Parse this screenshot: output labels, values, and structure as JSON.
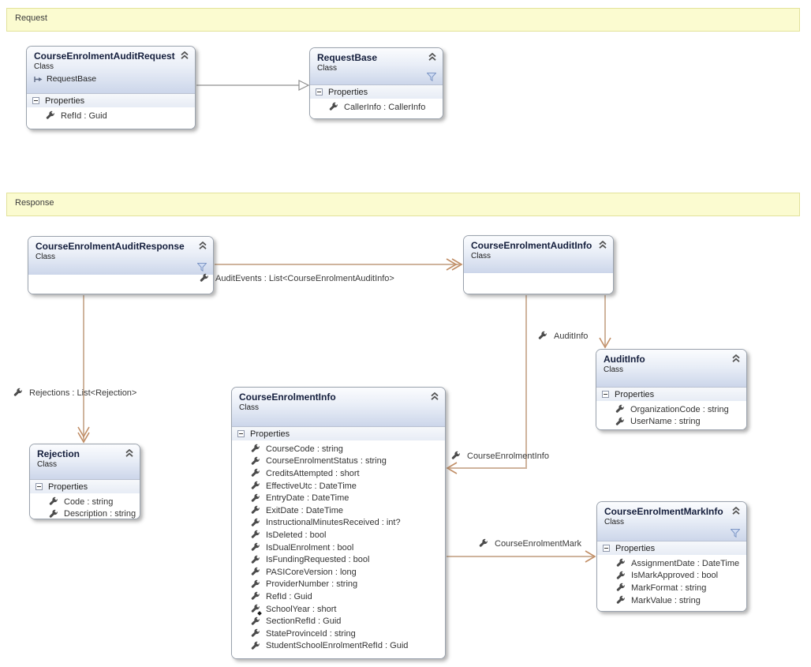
{
  "bands": {
    "request": {
      "label": "Request"
    },
    "response": {
      "label": "Response"
    }
  },
  "classes": {
    "courseEnrolmentAuditRequest": {
      "title": "CourseEnrolmentAuditRequest",
      "stereotype": "Class",
      "inherits": "RequestBase",
      "compartment": "Properties",
      "properties": [
        {
          "label": "RefId : Guid"
        }
      ]
    },
    "requestBase": {
      "title": "RequestBase",
      "stereotype": "Class",
      "compartment": "Properties",
      "properties": [
        {
          "label": "CallerInfo : CallerInfo"
        }
      ]
    },
    "courseEnrolmentAuditResponse": {
      "title": "CourseEnrolmentAuditResponse",
      "stereotype": "Class"
    },
    "courseEnrolmentAuditInfo": {
      "title": "CourseEnrolmentAuditInfo",
      "stereotype": "Class"
    },
    "rejection": {
      "title": "Rejection",
      "stereotype": "Class",
      "compartment": "Properties",
      "properties": [
        {
          "label": "Code : string"
        },
        {
          "label": "Description : string"
        }
      ]
    },
    "courseEnrolmentInfo": {
      "title": "CourseEnrolmentInfo",
      "stereotype": "Class",
      "compartment": "Properties",
      "properties": [
        {
          "label": "CourseCode : string"
        },
        {
          "label": "CourseEnrolmentStatus : string"
        },
        {
          "label": "CreditsAttempted : short"
        },
        {
          "label": "EffectiveUtc : DateTime"
        },
        {
          "label": "EntryDate : DateTime"
        },
        {
          "label": "ExitDate : DateTime"
        },
        {
          "label": "InstructionalMinutesReceived : int?"
        },
        {
          "label": "IsDeleted : bool"
        },
        {
          "label": "IsDualEnrolment : bool"
        },
        {
          "label": "IsFundingRequested : bool"
        },
        {
          "label": "PASICoreVersion : long"
        },
        {
          "label": "ProviderNumber : string"
        },
        {
          "label": "RefId : Guid"
        },
        {
          "label": "SchoolYear : short",
          "modifier": true
        },
        {
          "label": "SectionRefId : Guid"
        },
        {
          "label": "StateProvinceId : string"
        },
        {
          "label": "StudentSchoolEnrolmentRefId : Guid"
        }
      ]
    },
    "auditInfo": {
      "title": "AuditInfo",
      "stereotype": "Class",
      "compartment": "Properties",
      "properties": [
        {
          "label": "OrganizationCode : string"
        },
        {
          "label": "UserName : string"
        }
      ]
    },
    "courseEnrolmentMarkInfo": {
      "title": "CourseEnrolmentMarkInfo",
      "stereotype": "Class",
      "compartment": "Properties",
      "properties": [
        {
          "label": "AssignmentDate : DateTime"
        },
        {
          "label": "IsMarkApproved : bool"
        },
        {
          "label": "MarkFormat : string"
        },
        {
          "label": "MarkValue : string"
        }
      ]
    }
  },
  "connectors": {
    "auditEvents": {
      "label": "AuditEvents : List<CourseEnrolmentAuditInfo>"
    },
    "rejections": {
      "label": "Rejections : List<Rejection>"
    },
    "auditInfo": {
      "label": "AuditInfo"
    },
    "courseEnrolmentInfo": {
      "label": "CourseEnrolmentInfo"
    },
    "courseEnrolmentMark": {
      "label": "CourseEnrolmentMark"
    }
  },
  "icons": {
    "property": "wrench-icon",
    "property_with_modifier": "wrench-modifier-icon",
    "collapse": "collapse-chevron-icon",
    "filter": "filter-icon",
    "expander": "minus-box-icon",
    "inherits": "inherits-arrow-icon"
  },
  "colors": {
    "band_bg": "#FBFBD0",
    "band_border": "#E2E29A",
    "association_line": "#CFB49D",
    "association_arrow": "#C18E66",
    "inheritance_line": "#8f8f8f",
    "header_gradient_bottom": "#CCD6EA",
    "title_text": "#141E3C"
  }
}
